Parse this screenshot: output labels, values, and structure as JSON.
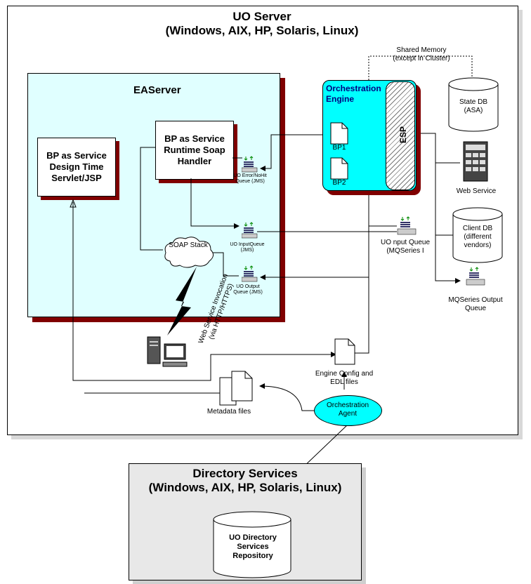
{
  "uo_server": {
    "title": "UO Server",
    "platforms": "(Windows, AIX, HP, Solaris, Linux)"
  },
  "easerver": {
    "title": "EAServer"
  },
  "bp_design": {
    "label": "BP as Service Design Time Servlet/JSP"
  },
  "bp_runtime": {
    "label": "BP as Service Runtime Soap Handler"
  },
  "queues": {
    "error": "UO Error/NoHit Queue (JMS)",
    "input": "UO InputQueue (JMS)",
    "output": "UO Output Queue (JMS)",
    "mq_input": "UO nput Queue (MQSeries I",
    "mq_output": "MQSeries Output Queue"
  },
  "soap_stack": {
    "label": "SOAP Stack"
  },
  "web_service_invocation": "Web Service Invocation (via HTTP/HTTPS)",
  "orchestration_engine": {
    "title": "Orchestration Engine",
    "esp": "ESP",
    "bp1": "BP1",
    "bp2": "BP2"
  },
  "shared_memory": "Shared Memory (except in Cluster)",
  "state_db": "State DB (ASA)",
  "web_service": "Web Service",
  "client_db": "Client DB (different vendors)",
  "engine_config": "Engine Config and EDL files",
  "metadata_files": "Metadata files",
  "orchestration_agent": "Orchestration Agent",
  "directory_services": {
    "title": "Directory Services",
    "platforms": "(Windows, AIX, HP, Solaris, Linux)"
  },
  "uo_repository": "UO Directory Services Repository",
  "colors": {
    "easerver_bg": "#e0ffff",
    "shadow": "#800000",
    "engine": "#00ffff"
  }
}
